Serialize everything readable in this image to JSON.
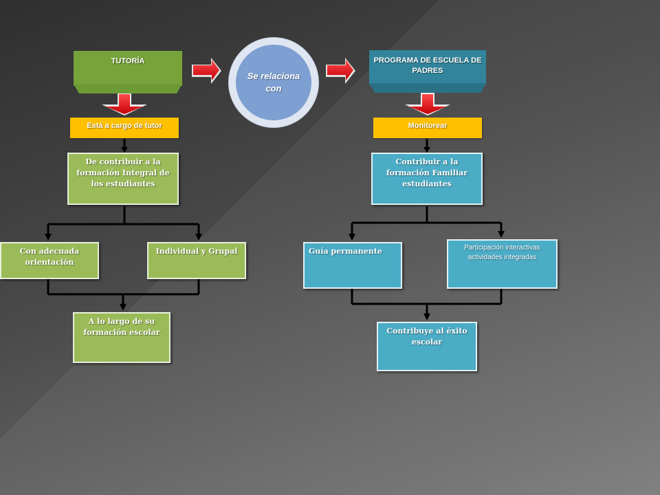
{
  "left": {
    "header": "TUTORÍA",
    "step1": "Está a cargo de tutor",
    "step2": "De contribuir a la formación Integral de los estudiantes",
    "branch_left": "Con adecuada orientación",
    "branch_right": "Individual y Grupal",
    "result": "A lo largo de su formación escolar"
  },
  "center": {
    "relation": "Se relaciona con"
  },
  "right": {
    "header": "PROGRAMA DE ESCUELA DE PADRES",
    "step1": "Monitorear",
    "step2": "Contribuir a la formación Familiar estudiantes",
    "branch_left": "Guía permanente",
    "branch_right": "Participación interactivas actividades integradas",
    "result": "Contribuye al éxito escolar"
  },
  "colors": {
    "green": "#9bbb59",
    "header_green": "#77a33a",
    "blue": "#4bacc6",
    "header_blue": "#31849b",
    "yellow": "#ffc000",
    "arrow_red": "#e8101a",
    "circle": "#7d9fd1"
  }
}
